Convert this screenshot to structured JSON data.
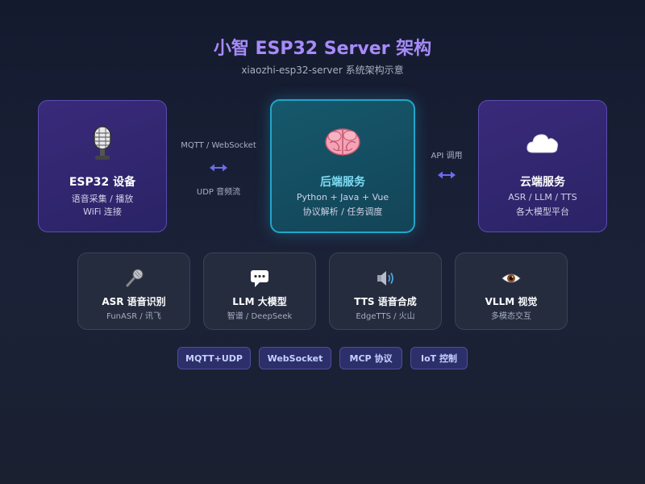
{
  "header": {
    "title": "小智 ESP32 Server 架构",
    "subtitle": "xiaozhi-esp32-server 系统架构示意"
  },
  "nodes": [
    {
      "icon": "microphone-icon",
      "title": "ESP32 设备",
      "line1": "语音采集 / 播放",
      "line2": "WiFi 连接"
    },
    {
      "icon": "brain-icon",
      "title": "后端服务",
      "line1": "Python + Java + Vue",
      "line2": "协议解析 / 任务调度"
    },
    {
      "icon": "cloud-icon",
      "title": "云端服务",
      "line1": "ASR / LLM / TTS",
      "line2": "各大模型平台"
    }
  ],
  "connectors": {
    "left_top": "MQTT / WebSocket",
    "left_bottom": "UDP 音频流",
    "right_top": "API 调用"
  },
  "modules": [
    {
      "icon": "microphone-icon",
      "title": "ASR 语音识别",
      "sub": "FunASR / 讯飞"
    },
    {
      "icon": "speech-bubble-icon",
      "title": "LLM 大模型",
      "sub": "智谱 / DeepSeek"
    },
    {
      "icon": "speaker-icon",
      "title": "TTS 语音合成",
      "sub": "EdgeTTS / 火山"
    },
    {
      "icon": "eye-icon",
      "title": "VLLM 视觉",
      "sub": "多模态交互"
    }
  ],
  "tags": [
    "MQTT+UDP",
    "WebSocket",
    "MCP 协议",
    "IoT 控制"
  ],
  "colors": {
    "accent": "#a78bfa",
    "highlight": "#22a6c9",
    "arrow": "#6c6cf0"
  }
}
